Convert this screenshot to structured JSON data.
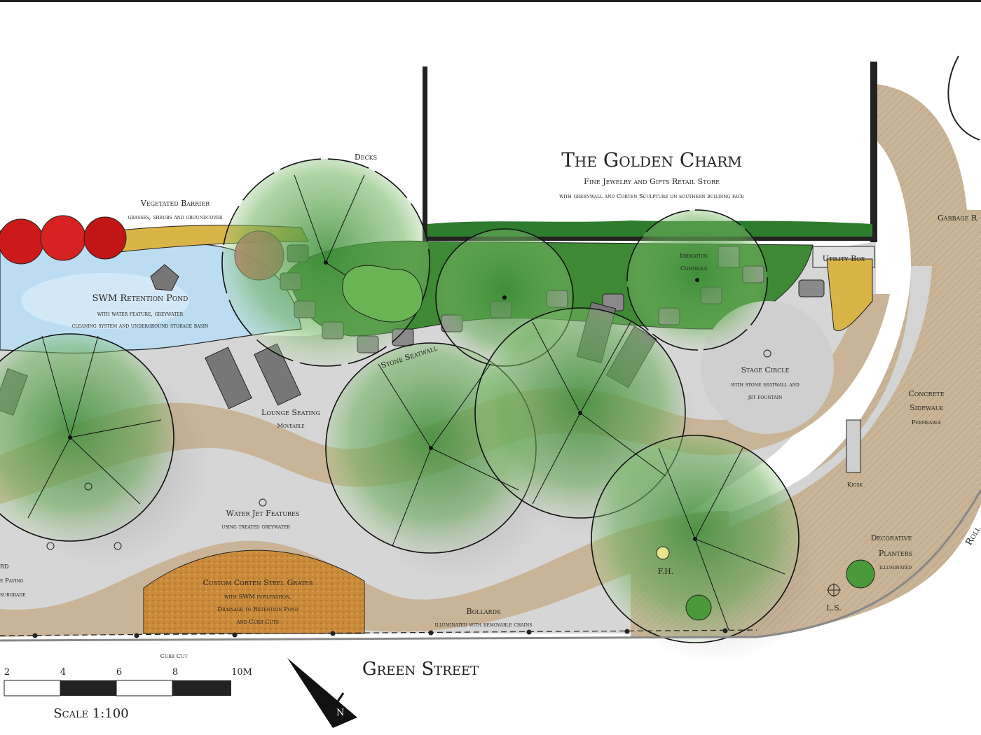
{
  "store": {
    "name": "The Golden Charm",
    "subtitle": "Fine Jewelry and Gifts Retail Store",
    "note": "with greenwall and Corten Sculpture on southern building face"
  },
  "labels": {
    "decks": "Decks",
    "vegetated_barrier": "Vegetated Barrier",
    "vegetated_barrier_sub": "grasses, shrubs and groundcover",
    "garbage": "Garbage R",
    "irrigation": "Irrigation",
    "controls": "Controls",
    "utility_box": "Utility Box",
    "pond": "SWM Retention Pond",
    "pond_sub1": "with water feature, greywater",
    "pond_sub2": "cleaning system and underground storage basin",
    "stone_seatwall": "Stone Seatwall",
    "lounge_seating": "Lounge Seating",
    "lounge_sub": "Moveable",
    "stage_circle": "Stage Circle",
    "stage_sub1": "with stone seatwall and",
    "stage_sub2": "jet fountain",
    "concrete1": "Concrete",
    "concrete2": "Sidewalk",
    "concrete3": "Permeable",
    "kiosk": "Kiosk",
    "water_jet": "Water Jet Features",
    "water_jet_sub": "using treated greywater",
    "grates": "Custom Corten Steel Grates",
    "grates_sub1": "with SWM infiltration,",
    "grates_sub2": "Drainage to Retention Pond",
    "grates_sub3": "and Curb Cuts",
    "bollards": "Bollards",
    "bollards_sub": "illuminated with removable chains",
    "fh": "F.H.",
    "ls": "L.S.",
    "decorative": "Decorative",
    "planters": "Planters",
    "planters_sub": "illuminated",
    "paving_frag1": "rd",
    "paving_frag2": "e Paving",
    "paving_frag3": "subgrade",
    "curb_cut": "Curb Cut",
    "street": "Green Street",
    "side_road": "Roll",
    "north": "N"
  },
  "scale": {
    "ticks": [
      "2",
      "4",
      "6",
      "8",
      "10M"
    ],
    "label": "Scale 1:100"
  },
  "colors": {
    "path": "#c9b497",
    "plaza": "#d9d9d9",
    "tree": "#5aa04a",
    "water": "#bcdcf2",
    "corten": "#c98a3a",
    "red_shrub": "#cc1a1a",
    "greenwall": "#2e7d2e",
    "barrier": "#d9b548"
  },
  "icons": [
    "north-arrow-icon",
    "fire-hydrant-icon",
    "light-standard-icon",
    "drain-icon"
  ]
}
